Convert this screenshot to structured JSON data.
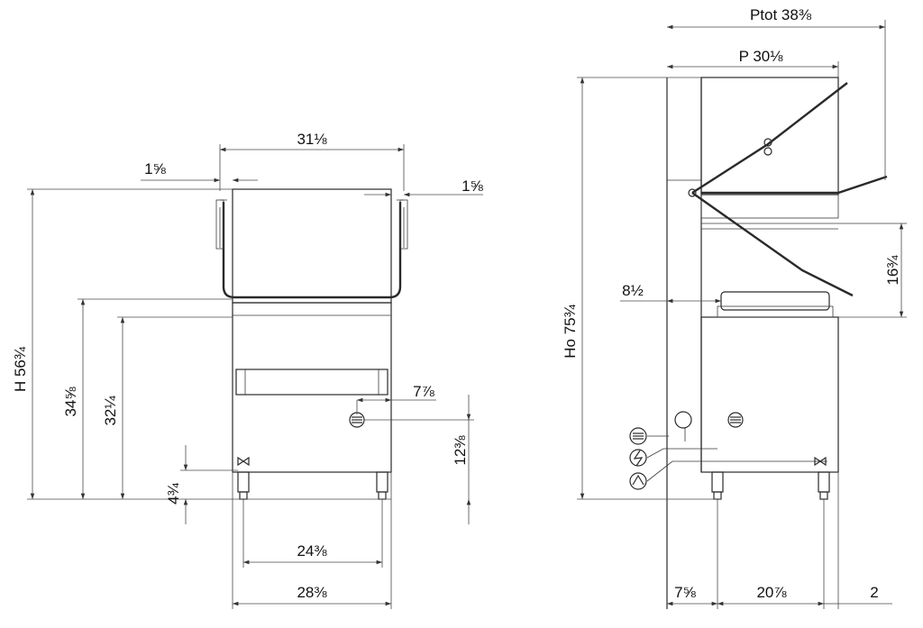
{
  "front_view": {
    "width_top": "31⅛",
    "handle_offset_left": "1⅝",
    "handle_offset_right": "1⅝",
    "height_total": "H 56¾",
    "height_upper": "34⅝",
    "height_work": "32¼",
    "side_offset": "7⅞",
    "conn_height": "12⅜",
    "drain_height": "4¾",
    "feet_span": "24⅜",
    "base_width": "28⅜"
  },
  "side_view": {
    "depth_total": "Ptot 38⅜",
    "depth": "P 30⅛",
    "height_open": "Ho 75¾",
    "hood_gap": "16¾",
    "rack_offset": "8½",
    "rear_offset": "7⅝",
    "feet_depth": "20⅞",
    "front_offset": "2"
  },
  "colors": {
    "line": "#2a2a2a",
    "background": "#ffffff"
  },
  "icons": [
    "water-inlet-icon",
    "electric-icon",
    "drain-icon",
    "valve-icon"
  ]
}
